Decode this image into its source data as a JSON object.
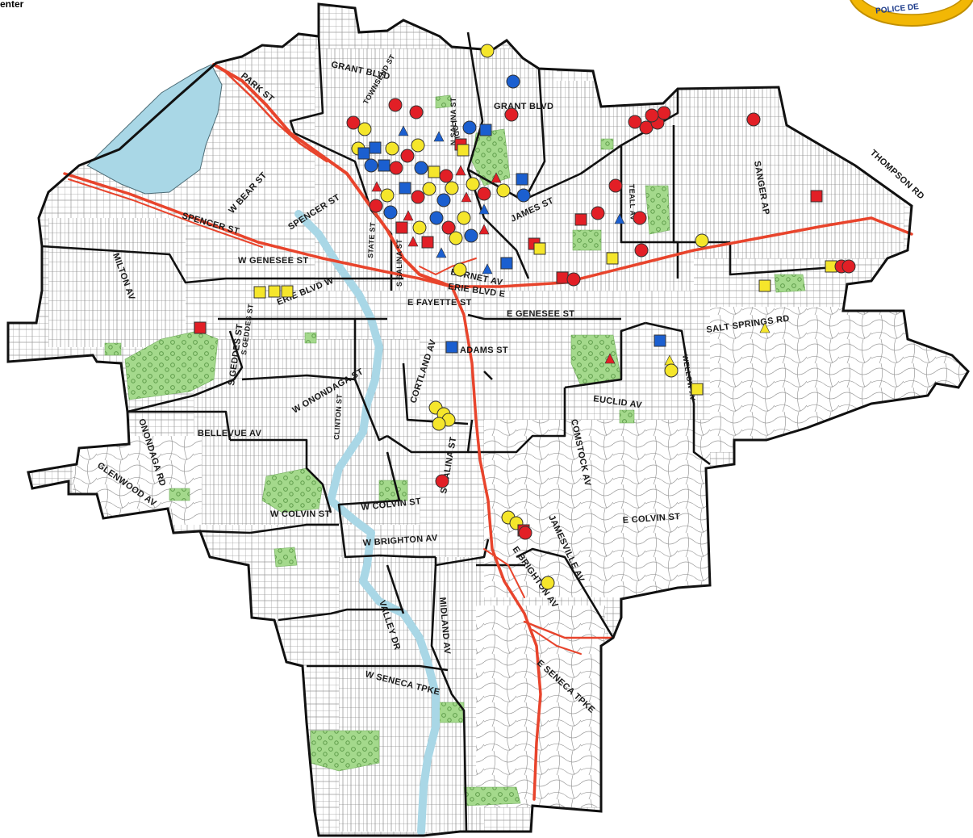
{
  "header": {
    "corner_text": "enter",
    "seal_text": "POLICE DE"
  },
  "colors": {
    "background": "#ffffff",
    "boundary": "#111111",
    "street": "#7a7a7a",
    "highway": "#e8442c",
    "water": "#b9dde8",
    "park": "#9fd68a",
    "marker_red": "#e21f26",
    "marker_yellow": "#f5e62b",
    "marker_blue": "#1b5fd0",
    "seal_gold": "#f2b705"
  },
  "map": {
    "streets": [
      {
        "id": "grant-blvd-w",
        "label": "GRANT BLVD"
      },
      {
        "id": "grant-blvd-e",
        "label": "GRANT BLVD"
      },
      {
        "id": "park-st",
        "label": "PARK ST"
      },
      {
        "id": "thompson-rd",
        "label": "THOMPSON RD"
      },
      {
        "id": "sanger-ap",
        "label": "SANGER AP"
      },
      {
        "id": "james-st",
        "label": "JAMES ST"
      },
      {
        "id": "wbear-st",
        "label": "W BEAR ST"
      },
      {
        "id": "spencer-st",
        "label": "SPENCER ST"
      },
      {
        "id": "spencer-st-2",
        "label": "SPENCER ST"
      },
      {
        "id": "milton-av",
        "label": "MILTON AV"
      },
      {
        "id": "wgenesee-st",
        "label": "W GENESEE ST"
      },
      {
        "id": "burnet-av",
        "label": "BURNET AV"
      },
      {
        "id": "erie-blvd-e",
        "label": "ERIE BLVD E"
      },
      {
        "id": "erie-blvd-w",
        "label": "ERIE BLVD W"
      },
      {
        "id": "efayette-st",
        "label": "E FAYETTE ST"
      },
      {
        "id": "egenesee-st",
        "label": "E GENESEE ST"
      },
      {
        "id": "salt-springs-rd",
        "label": "SALT SPRINGS RD"
      },
      {
        "id": "adams-st",
        "label": "ADAMS ST"
      },
      {
        "id": "euclid-av",
        "label": "EUCLID AV"
      },
      {
        "id": "wonondaga-st",
        "label": "W ONONDAGA ST"
      },
      {
        "id": "sgeddes-st",
        "label": "S GEDDES ST"
      },
      {
        "id": "bellevue-av",
        "label": "BELLEVUE AV"
      },
      {
        "id": "glenwood-av",
        "label": "GLENWOOD AV"
      },
      {
        "id": "onondaga-rd",
        "label": "ONONDAGA RD"
      },
      {
        "id": "comstock-av",
        "label": "COMSTOCK AV"
      },
      {
        "id": "wcolvin-st",
        "label": "W COLVIN ST"
      },
      {
        "id": "wcolvin-st-2",
        "label": "W COLVIN ST"
      },
      {
        "id": "ecolvin-st",
        "label": "E COLVIN ST"
      },
      {
        "id": "wbrighton-av",
        "label": "W BRIGHTON AV"
      },
      {
        "id": "jamesville-av",
        "label": "JAMESVILLE AV"
      },
      {
        "id": "ebrighton-av",
        "label": "E BRIGHTON AV"
      },
      {
        "id": "valley-dr",
        "label": "VALLEY DR"
      },
      {
        "id": "midland-av",
        "label": "MIDLAND AV"
      },
      {
        "id": "wseneca-tpke",
        "label": "W SENECA TPKE"
      },
      {
        "id": "eseneca-tpke",
        "label": "E SENECA TPKE"
      },
      {
        "id": "cortland-av",
        "label": "CORTLAND AV"
      },
      {
        "id": "salina-st",
        "label": "S SALINA ST"
      },
      {
        "id": "ssalina-st",
        "label": "S SALINA ST"
      },
      {
        "id": "nsalina-st",
        "label": "N SALINA ST"
      },
      {
        "id": "lodi-st",
        "label": "LODI ST"
      },
      {
        "id": "teall-av",
        "label": "TEALL AV"
      },
      {
        "id": "wellow-av",
        "label": "WELLOW AV"
      },
      {
        "id": "state-st",
        "label": "STATE ST"
      },
      {
        "id": "clinton-st",
        "label": "CLINTON ST"
      },
      {
        "id": "townsend-st",
        "label": "TOWNSEND ST"
      },
      {
        "id": "geddes-st",
        "label": "S GEDDES ST"
      }
    ]
  }
}
